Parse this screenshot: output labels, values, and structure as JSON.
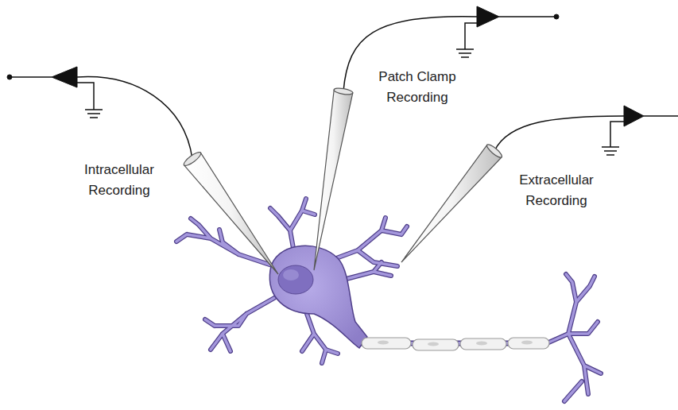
{
  "diagram": {
    "labels": [
      "Intracellular Recording",
      "Patch Clamp Recording",
      "Extracellular Recording"
    ]
  }
}
